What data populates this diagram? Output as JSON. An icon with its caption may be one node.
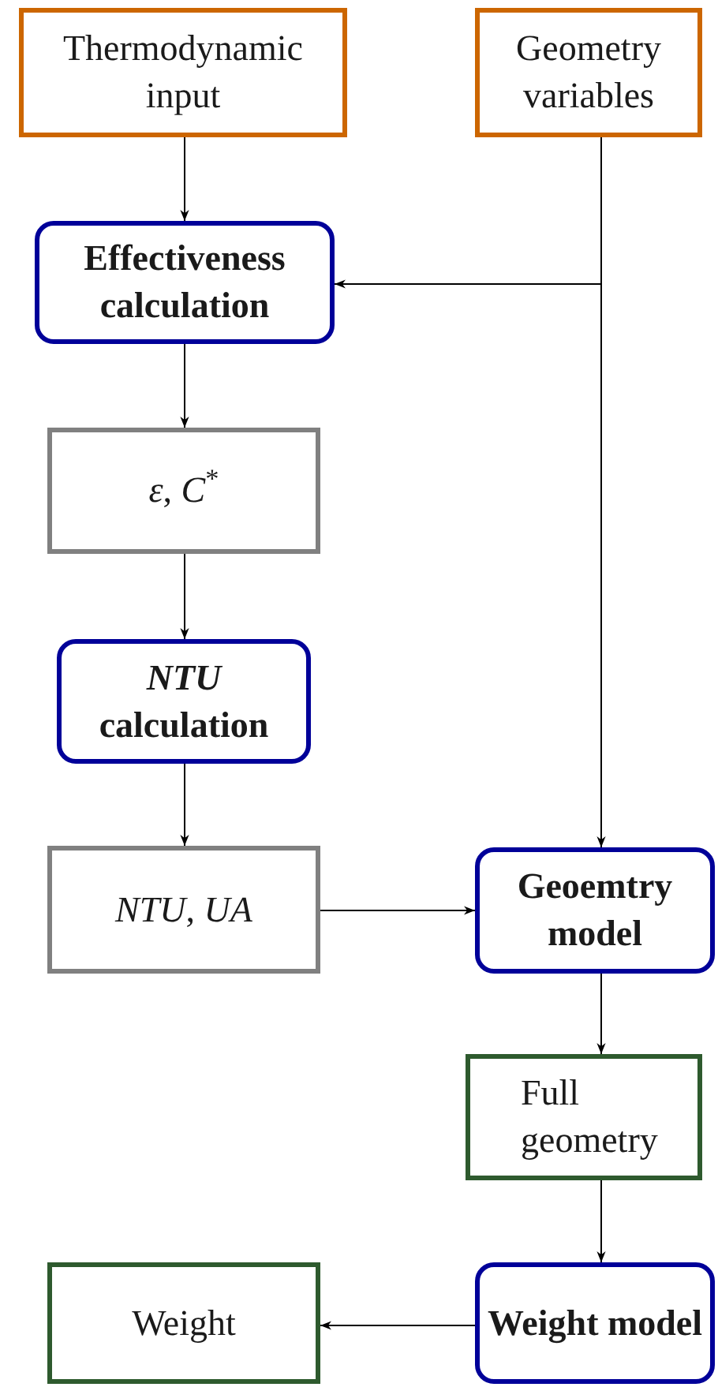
{
  "diagram": {
    "nodes": [
      {
        "text": [
          "Thermodynamic input"
        ]
      },
      {
        "text": [
          "Geometry variables"
        ]
      },
      {
        "text": [
          "Effectiveness calculation"
        ]
      },
      {
        "text": [
          "*ε*, *C*$^{*}$"
        ]
      },
      {
        "text": [
          "*NTU* calculation"
        ]
      },
      {
        "text": [
          "*NTU*, *UA*"
        ]
      },
      {
        "text": [
          "Geoemtry model"
        ]
      },
      {
        "text": [
          "Full geometry"
        ]
      },
      {
        "text": [
          "Weight"
        ]
      },
      {
        "text": [
          "Weight model"
        ]
      }
    ],
    "edges": [
      {
        "from": 0,
        "to": 2,
        "arrow": "to"
      },
      {
        "from": 1,
        "to": 2,
        "arrow": "to"
      },
      {
        "from": 2,
        "to": 3,
        "arrow": "to"
      },
      {
        "from": 3,
        "to": 4,
        "arrow": "to"
      },
      {
        "from": 4,
        "to": 5,
        "arrow": "to"
      },
      {
        "from": 1,
        "to": 6,
        "arrow": "to"
      },
      {
        "from": 5,
        "to": 6,
        "arrow": "to"
      },
      {
        "from": 6,
        "to": 7,
        "arrow": "to"
      },
      {
        "from": 7,
        "to": 9,
        "arrow": "to"
      },
      {
        "from": 9,
        "to": 8,
        "arrow": "to"
      }
    ]
  }
}
